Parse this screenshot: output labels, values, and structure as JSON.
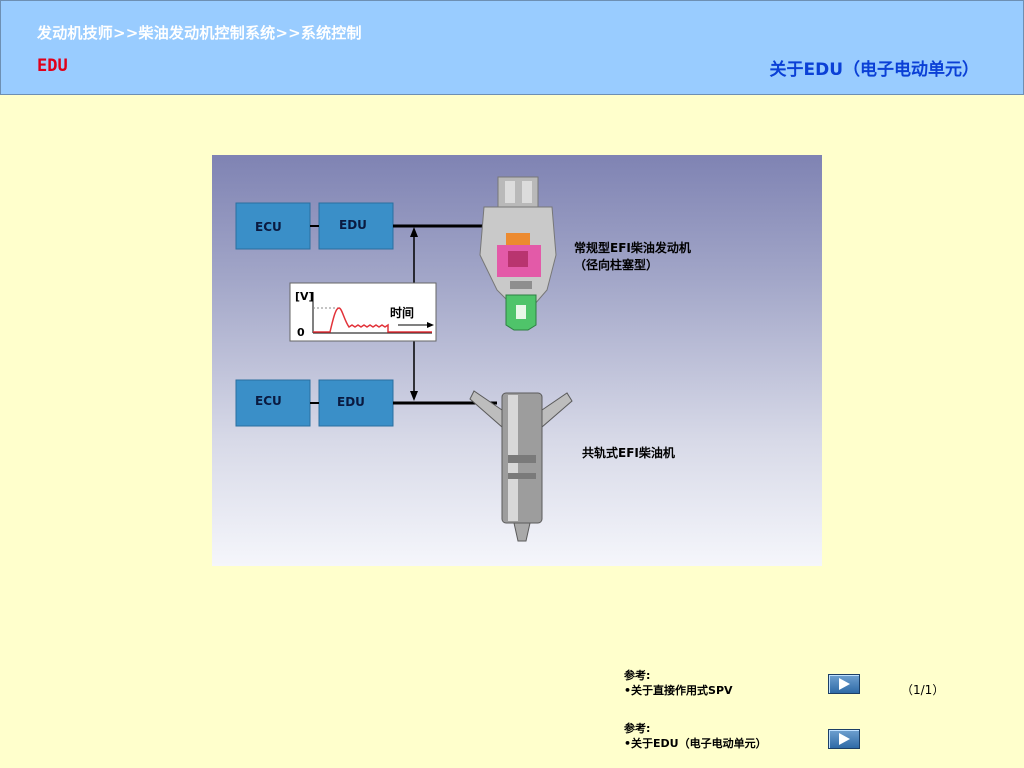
{
  "header": {
    "breadcrumb": "发动机技师>>柴油发动机控制系统>>系统控制",
    "section_title": "EDU",
    "page_subtitle": "关于EDU（电子电动单元）"
  },
  "figure": {
    "top_row": {
      "box1": "ECU",
      "box2": "EDU"
    },
    "bottom_row": {
      "box1": "ECU",
      "box2": "EDU"
    },
    "waveform": {
      "y_unit": "[V]",
      "zero": "0",
      "x_label": "时间"
    },
    "injector_top_label_line1": "常规型EFI柴油发动机",
    "injector_top_label_line2": "（径向柱塞型）",
    "injector_bottom_label": "共轨式EFI柴油机"
  },
  "references": [
    {
      "heading": "参考:",
      "link": "•关于直接作用式SPV"
    },
    {
      "heading": "参考:",
      "link": "•关于EDU（电子电动单元）"
    }
  ],
  "page_indicator": "（1/1）",
  "icons": [
    "play-icon"
  ],
  "colors": {
    "background": "#ffffcc",
    "header": "#99ccff",
    "section": "#e0001a",
    "subtitle": "#0b40d6",
    "box": "#3a8fc8"
  }
}
